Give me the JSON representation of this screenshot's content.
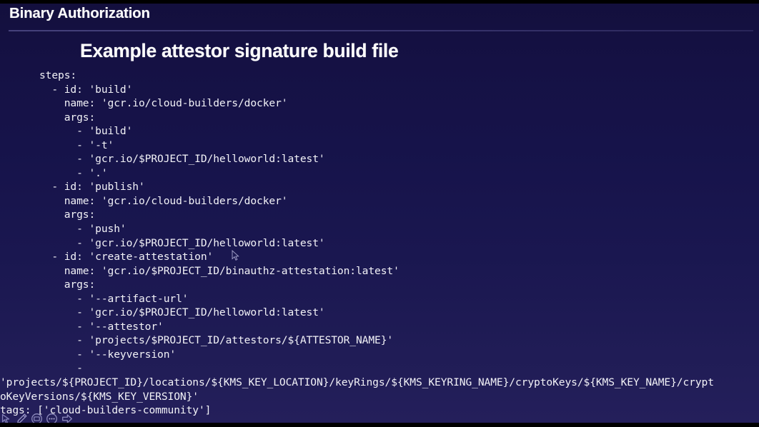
{
  "header": {
    "title": "Binary Authorization"
  },
  "slide": {
    "title": "Example attestor signature build file",
    "code_lines": [
      "steps:",
      "  - id: 'build'",
      "    name: 'gcr.io/cloud-builders/docker'",
      "    args:",
      "      - 'build'",
      "      - '-t'",
      "      - 'gcr.io/$PROJECT_ID/helloworld:latest'",
      "      - '.'",
      "  - id: 'publish'",
      "    name: 'gcr.io/cloud-builders/docker'",
      "    args:",
      "      - 'push'",
      "      - 'gcr.io/$PROJECT_ID/helloworld:latest'",
      "  - id: 'create-attestation'",
      "    name: 'gcr.io/$PROJECT_ID/binauthz-attestation:latest'",
      "    args:",
      "      - '--artifact-url'",
      "      - 'gcr.io/$PROJECT_ID/helloworld:latest'",
      "      - '--attestor'",
      "      - 'projects/$PROJECT_ID/attestors/${ATTESTOR_NAME}'",
      "      - '--keyversion'",
      "      - "
    ],
    "code_wrapped_line": "'projects/${PROJECT_ID}/locations/${KMS_KEY_LOCATION}/keyRings/${KMS_KEYRING_NAME}/cryptoKeys/${KMS_KEY_NAME}/cryptoKeyVersions/${KMS_KEY_VERSION}'",
    "code_tail_line": "tags: ['cloud-builders-community']"
  },
  "toolbar": {
    "items": [
      {
        "name": "pointer-icon",
        "label": "Pointer"
      },
      {
        "name": "pen-icon",
        "label": "Pen"
      },
      {
        "name": "screen-icon",
        "label": "Screen"
      },
      {
        "name": "menu-dots-icon",
        "label": "More options"
      },
      {
        "name": "next-arrow-icon",
        "label": "Next slide"
      }
    ]
  },
  "colors": {
    "background_top": "#130f3d",
    "background_bottom": "#241f5b",
    "text": "#f2f2f7",
    "divider": "#4e4a86",
    "letterbox": "#000000"
  }
}
